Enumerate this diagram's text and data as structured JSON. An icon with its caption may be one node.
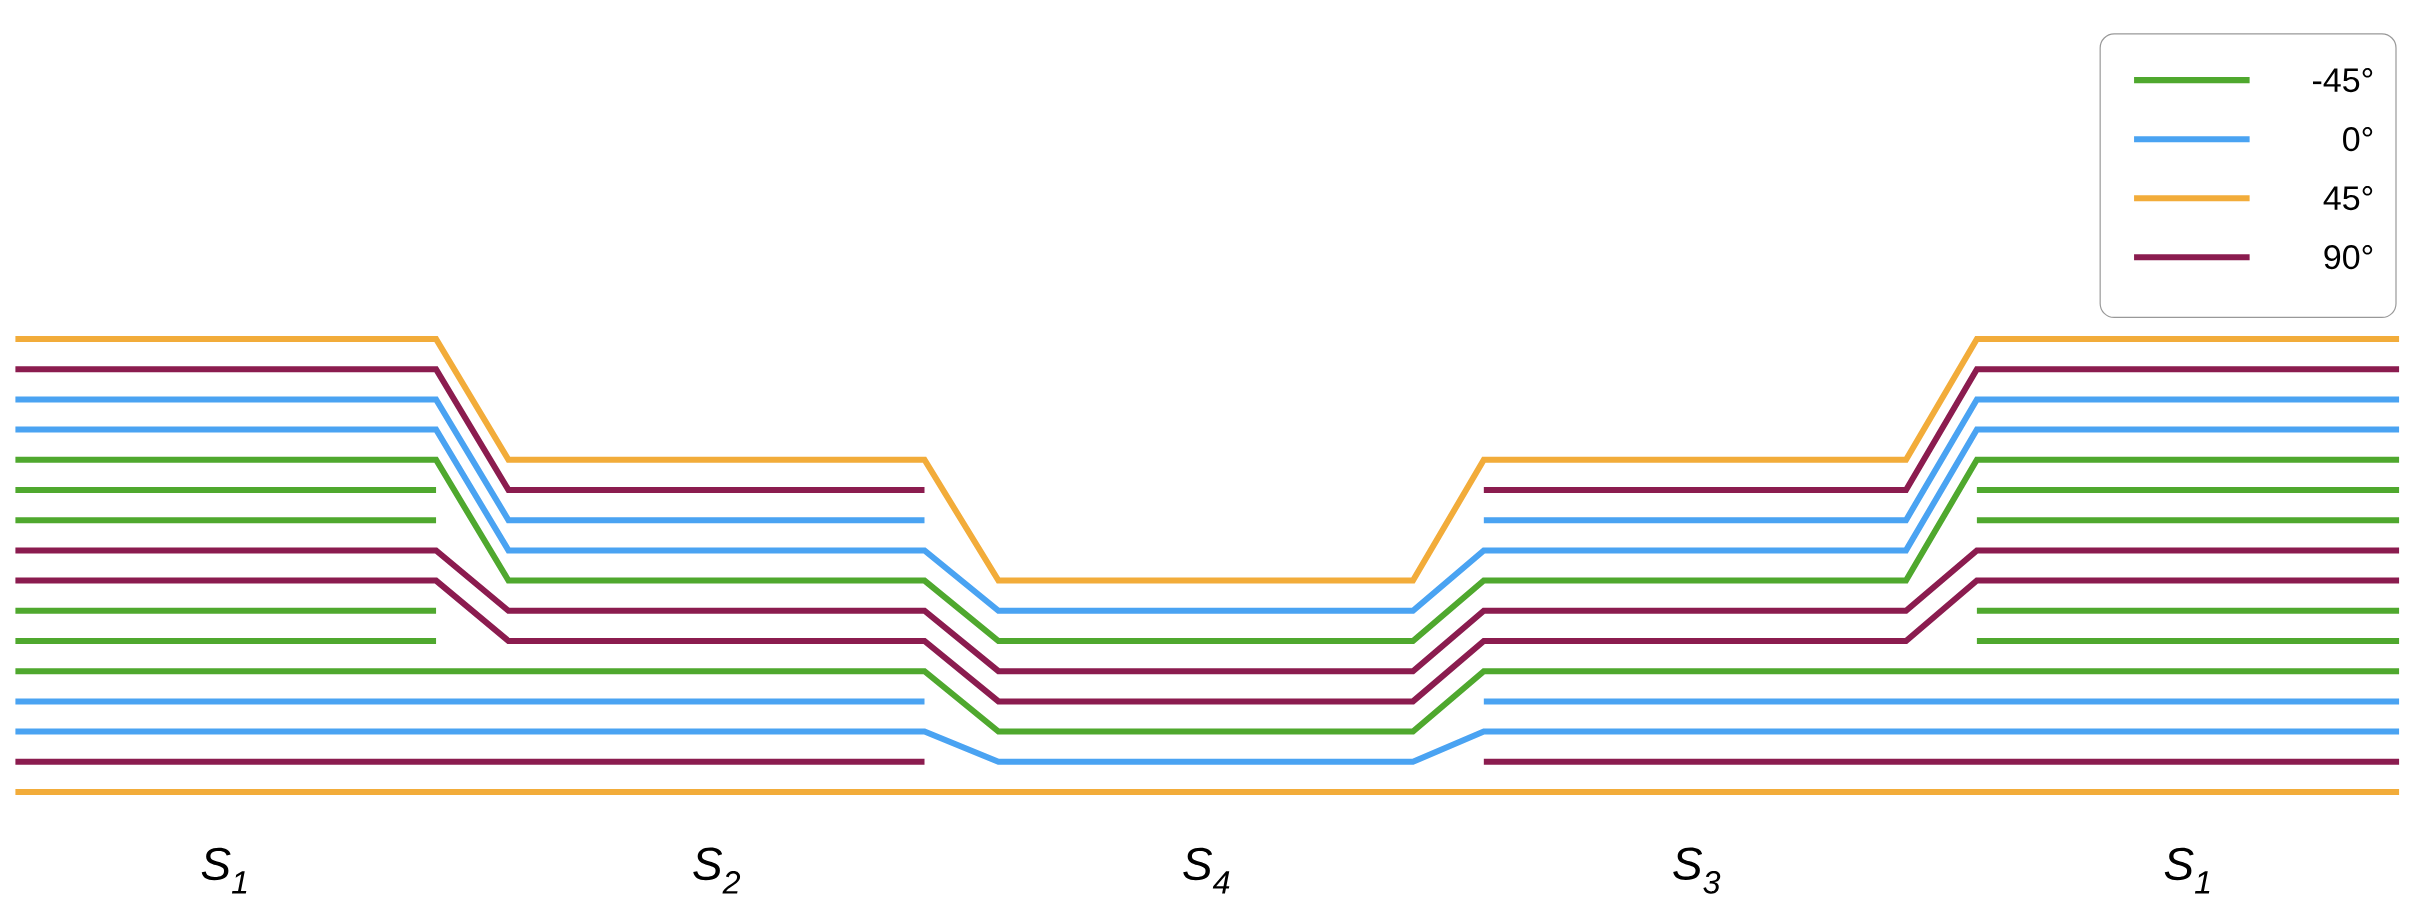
{
  "diagram": {
    "labels": [
      "S$_{1}$",
      "S$_{2}$",
      "S$_{4}$",
      "S$_{3}$",
      "S$_{1}$"
    ],
    "legend": [
      {
        "text": "-45°",
        "color": "#4fa82e"
      },
      {
        "text": "0°",
        "color": "#4aa3f2"
      },
      {
        "text": "45°",
        "color": "#f2ac3a"
      },
      {
        "text": "90°",
        "color": "#8b1c4f"
      }
    ]
  }
}
